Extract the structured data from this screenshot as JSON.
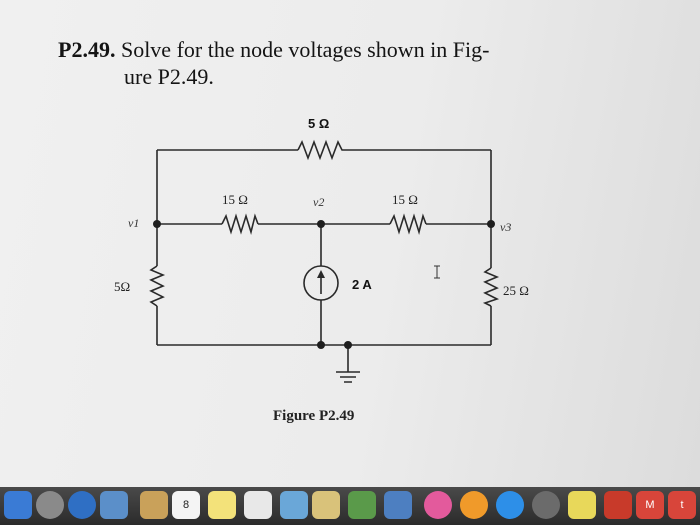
{
  "problem": {
    "number": "P2.49.",
    "line1": "Solve for the node voltages shown in Fig-",
    "line2": "ure P2.49."
  },
  "circuit": {
    "top_resistor": "5 Ω",
    "left_resistor": "5Ω",
    "r_v1_v2": "15 Ω",
    "r_v2_v3": "15 Ω",
    "right_resistor": "25 Ω",
    "current_source": "2 A",
    "node_v1": "v1",
    "node_v2": "v2",
    "node_v3": "v3"
  },
  "figure": {
    "caption": "Figure P2.49"
  },
  "dock": {
    "calendar_day": "8",
    "mail_letter": "M",
    "t_letter": "t"
  }
}
